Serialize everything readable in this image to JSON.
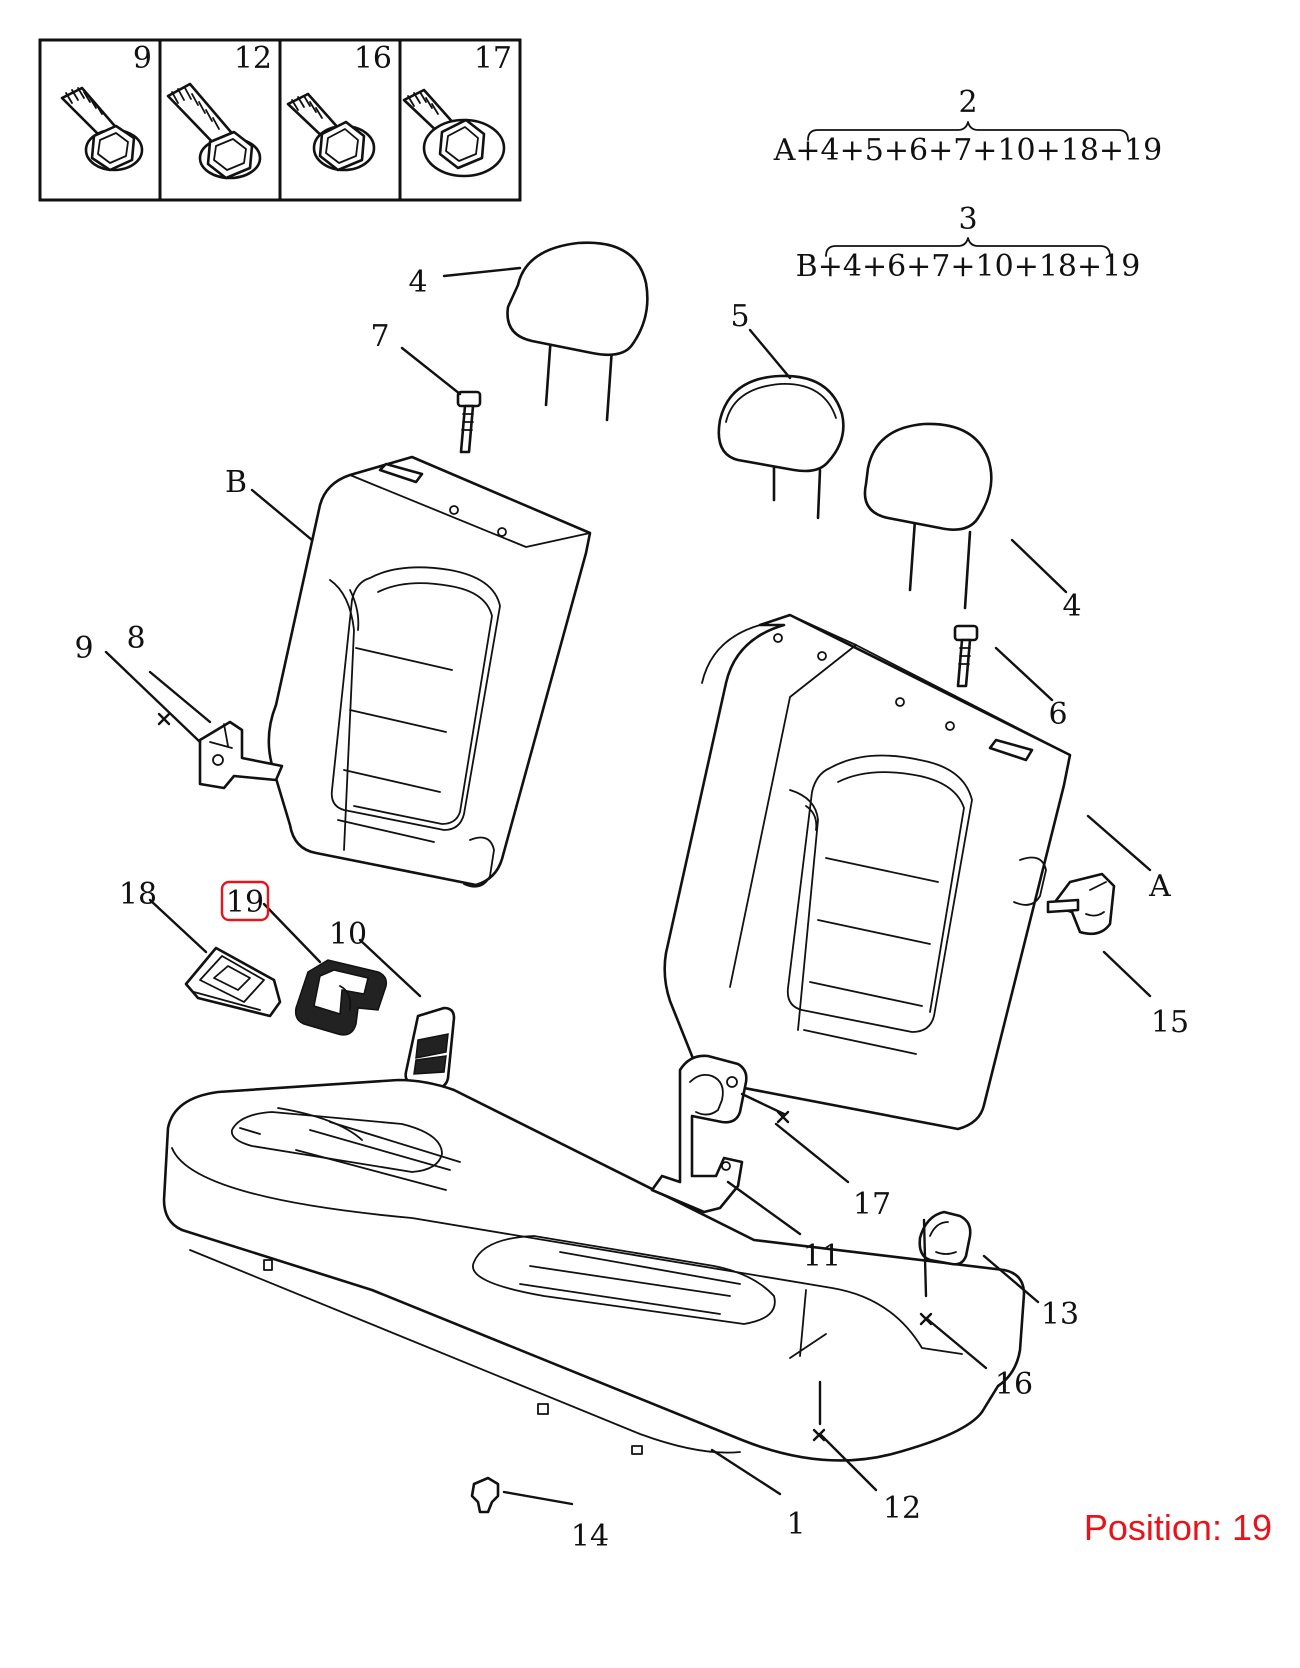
{
  "fastener_table": {
    "cells": [
      {
        "number": "9",
        "icon": "flange-bolt-icon"
      },
      {
        "number": "12",
        "icon": "flange-bolt-icon"
      },
      {
        "number": "16",
        "icon": "flange-bolt-icon"
      },
      {
        "number": "17",
        "icon": "flange-bolt-icon"
      }
    ]
  },
  "assemblies": [
    {
      "number": "2",
      "formula": "A+4+5+6+7+10+18+19"
    },
    {
      "number": "3",
      "formula": "B+4+6+7+10+18+19"
    }
  ],
  "callouts": {
    "c1": "1",
    "c4a": "4",
    "c4b": "4",
    "c5": "5",
    "c6": "6",
    "c7": "7",
    "c8": "8",
    "c9": "9",
    "c10": "10",
    "c11": "11",
    "c12": "12",
    "c13": "13",
    "c14": "14",
    "c15": "15",
    "c16": "16",
    "c17": "17",
    "c18": "18",
    "c19": "19",
    "cA": "A",
    "cB": "B"
  },
  "highlight": {
    "callout": "19",
    "color": "#e8141c"
  },
  "position_label": "Position: 19",
  "colors": {
    "line": "#111111",
    "highlight": "#e8141c",
    "background": "#ffffff"
  }
}
